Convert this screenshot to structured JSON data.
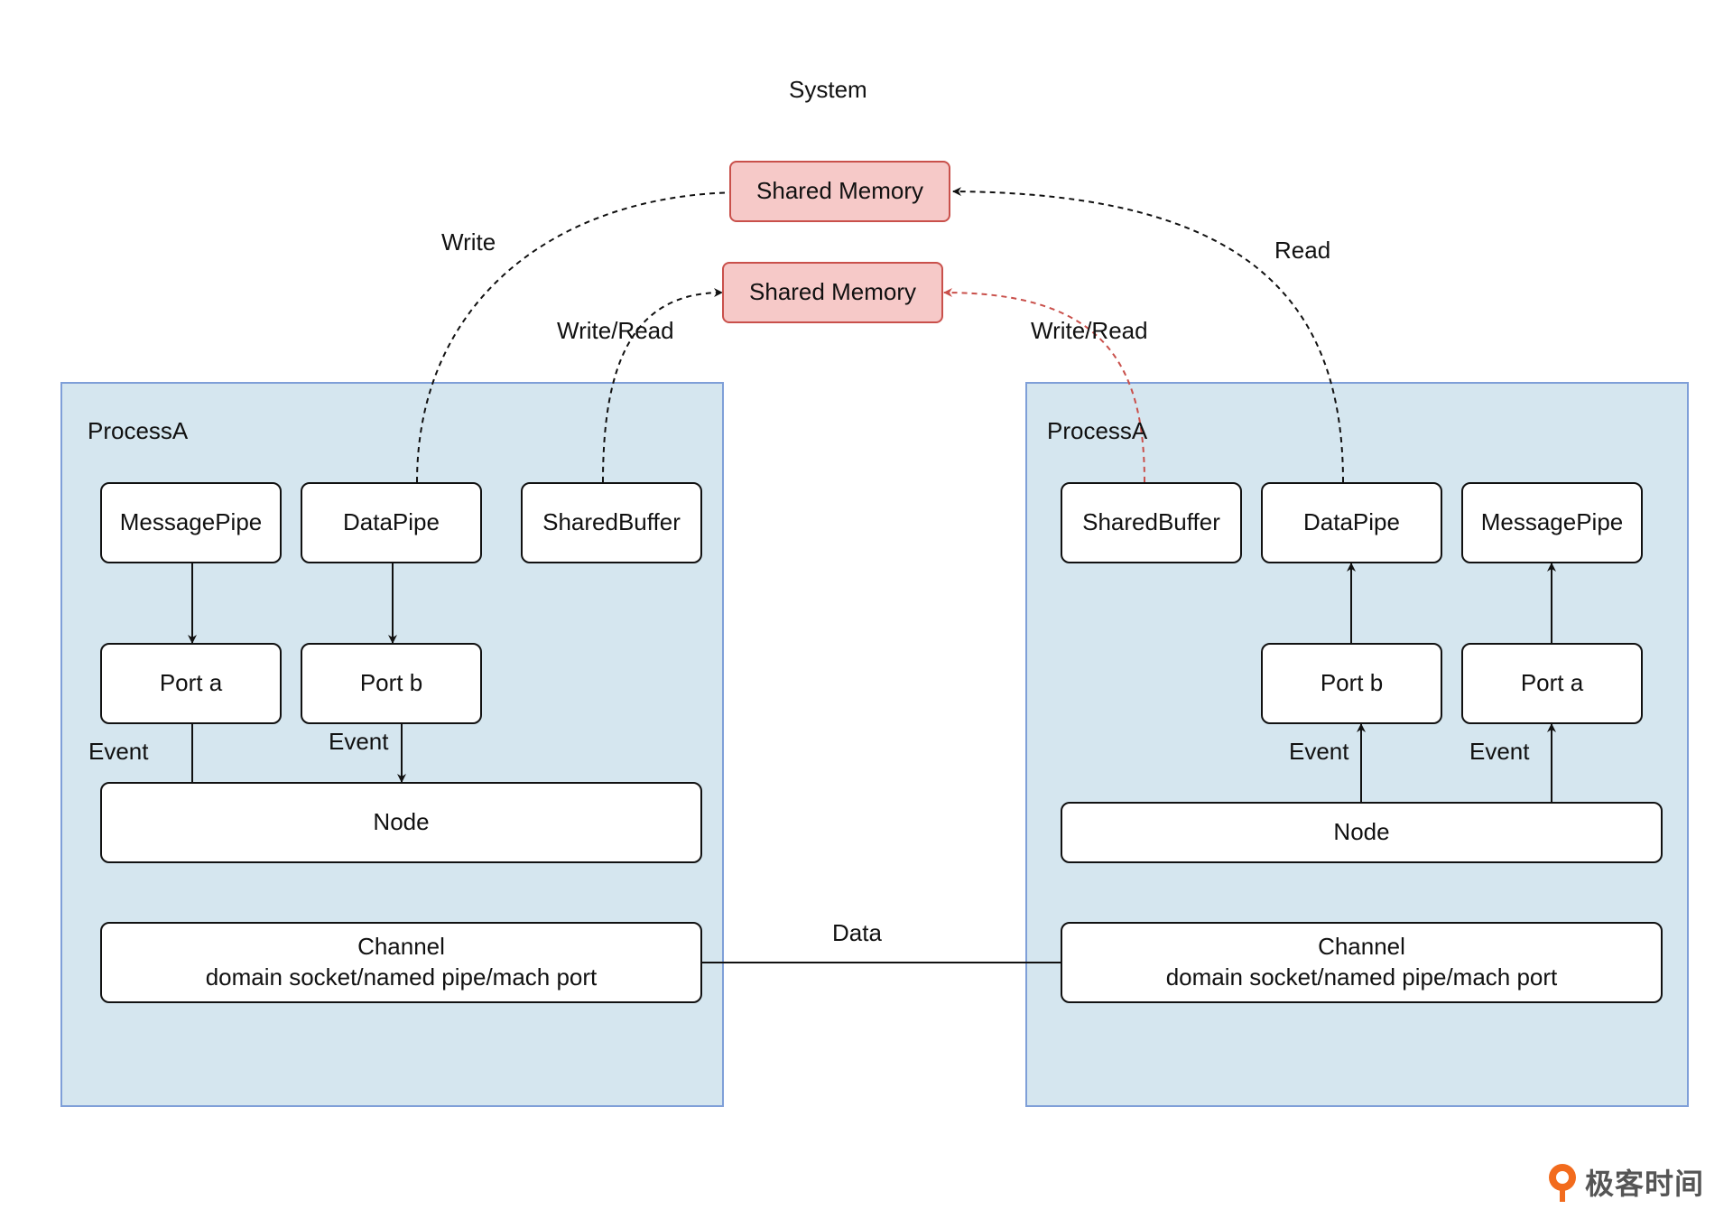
{
  "system_label": "System",
  "shared_memory": {
    "top_label": "Shared Memory",
    "middle_label": "Shared Memory"
  },
  "edge_labels": {
    "write": "Write",
    "read": "Read",
    "write_read_left": "Write/Read",
    "write_read_right": "Write/Read",
    "data": "Data",
    "event_left_a": "Event",
    "event_left_b": "Event",
    "event_right_b": "Event",
    "event_right_a": "Event"
  },
  "left_process": {
    "title": "ProcessA",
    "message_pipe": "MessagePipe",
    "data_pipe": "DataPipe",
    "shared_buffer": "SharedBuffer",
    "port_a": "Port a",
    "port_b": "Port b",
    "node": "Node",
    "channel_line1": "Channel",
    "channel_line2": "domain socket/named pipe/mach port"
  },
  "right_process": {
    "title": "ProcessA",
    "shared_buffer": "SharedBuffer",
    "data_pipe": "DataPipe",
    "message_pipe": "MessagePipe",
    "port_b": "Port b",
    "port_a": "Port a",
    "node": "Node",
    "channel_line1": "Channel",
    "channel_line2": "domain socket/named pipe/mach port"
  },
  "watermark": "极客时间",
  "colors": {
    "process_fill": "#d5e6ef",
    "process_border": "#7f9fd8",
    "shared_fill": "#f6c9c8",
    "shared_border": "#c9504b",
    "red_link": "#c9504b",
    "logo_orange": "#f26b1d"
  },
  "icons": {
    "watermark_logo": "geektime-logo-icon"
  }
}
